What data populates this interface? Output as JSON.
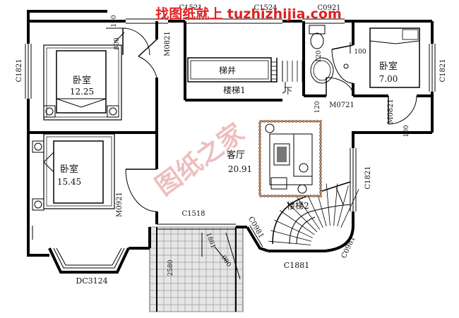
{
  "watermark": {
    "top": "找图纸就上 tuzhizhijia.com",
    "diag": "图纸之家",
    "color": "#e02020"
  },
  "rooms": {
    "bed1": {
      "name": "卧室",
      "area": "12.25"
    },
    "bed2": {
      "name": "卧室",
      "area": "15.45"
    },
    "bed3": {
      "name": "卧室",
      "area": "7.00"
    },
    "living": {
      "name": "客厅",
      "area": "20.91"
    },
    "stairwell": "梯井",
    "stair1": "楼梯1",
    "stair2": "楼梯2",
    "down": "下"
  },
  "codes": {
    "c1521": "C1521",
    "c1524": "C1524",
    "c0921": "C0921",
    "c1821_left": "C1821",
    "c1821_right": "C1821",
    "c1821_mid": "C1821",
    "m0821_a": "M0821",
    "m0821_b": "M0821",
    "m0721": "M0721",
    "m0921": "M0921",
    "c1518": "C1518",
    "c0981_a": "C0981",
    "c0981_b": "C0981",
    "c1881": "C1881",
    "dc3124": "DC3124"
  },
  "dims": {
    "d100a": "100",
    "d800": "800",
    "d100b": "100",
    "d120a": "120",
    "d120b": "120",
    "d100c": "100",
    "d1861": "1861",
    "d900": "900",
    "d2580": "2580"
  }
}
